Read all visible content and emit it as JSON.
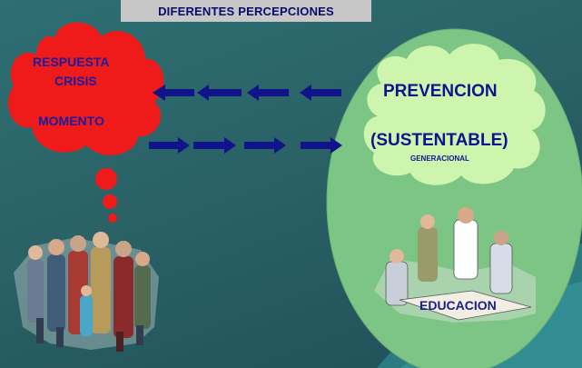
{
  "title": "DIFERENTES PERCEPCIONES",
  "left_cloud": {
    "line1": "RESPUESTA",
    "line2": "CRISIS",
    "line3": "MOMENTO",
    "color": "#ef1b1b"
  },
  "right_cloud": {
    "line1": "PREVENCION",
    "line2": "(SUSTENTABLE)",
    "line3": "GENERACIONAL",
    "color": "#cdf5ad"
  },
  "ellipse_color": "#7dc585",
  "arrow_color": "#101488",
  "education_label": "EDUCACION",
  "icons": [
    "thinking-cloud-icon",
    "crowd-clipart-icon",
    "meeting-clipart-icon",
    "arrow-left-icon",
    "arrow-right-icon"
  ]
}
